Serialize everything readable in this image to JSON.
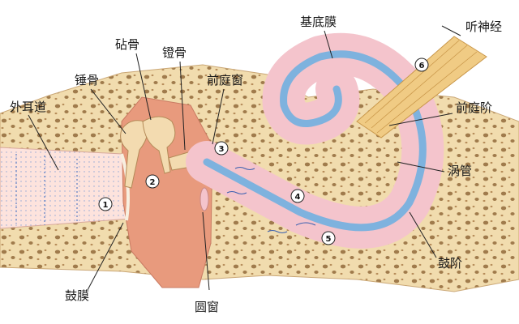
{
  "labels": {
    "external_canal": "外耳道",
    "eardrum": "鼓膜",
    "malleus": "锤骨",
    "incus": "砧骨",
    "stapes": "镫骨",
    "oval_window": "前庭窗",
    "round_window": "圆窗",
    "basilar_membrane": "基底膜",
    "auditory_nerve": "听神经",
    "scala_vestibuli": "前庭阶",
    "cochlear_duct": "涡管",
    "scala_tympani": "鼓阶"
  },
  "markers": [
    "1",
    "2",
    "3",
    "4",
    "5",
    "6"
  ],
  "colors": {
    "bone": "#f1dcae",
    "bone_pore": "#a07b4c",
    "canal_skin": "#fde3dd",
    "middle_ear": "#e89a7d",
    "ossicle": "#f3dbb0",
    "cochlea": "#f4c4cc",
    "membrane": "#7eb2de",
    "nerve": "#f0cb84"
  }
}
